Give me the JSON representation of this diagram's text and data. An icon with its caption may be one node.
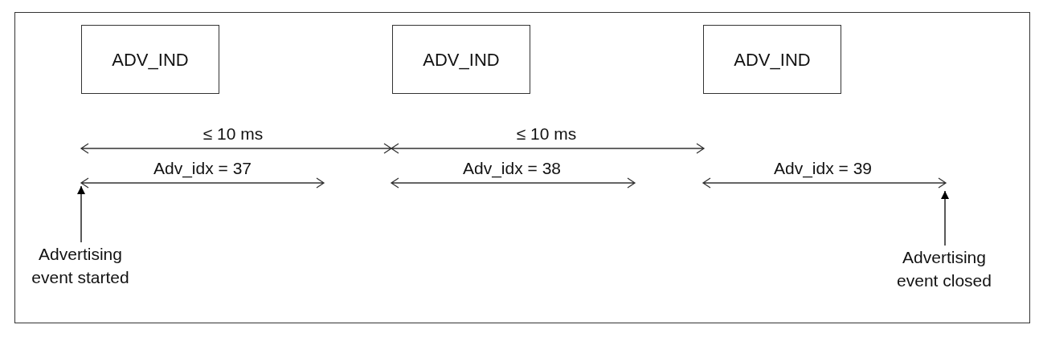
{
  "diagram": {
    "nodes": [
      {
        "text": [
          "ADV_IND"
        ]
      },
      {
        "text": [
          "ADV_IND"
        ]
      },
      {
        "text": [
          "ADV_IND"
        ]
      },
      {
        "text": [
          "Advertising event started"
        ]
      },
      {
        "text": [
          "Advertising event closed"
        ]
      }
    ],
    "edges": [
      {
        "from": 3,
        "to": null,
        "arrow": "to"
      },
      {
        "from": 4,
        "to": null,
        "arrow": "to"
      }
    ],
    "labels": [
      "≤ 10 ms",
      "≤ 10 ms",
      "Adv_idx = 37",
      "Adv_idx = 38",
      "Adv_idx = 39"
    ]
  }
}
